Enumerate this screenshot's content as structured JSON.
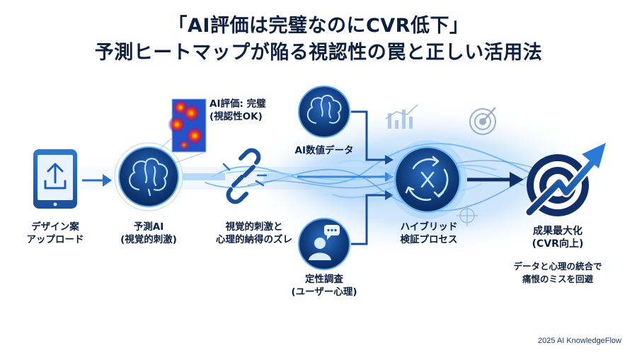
{
  "title": {
    "line1": "「AI評価は完璧なのにCVR低下」",
    "line2": "予測ヒートマップが陥る視認性の罠と正しい活用法"
  },
  "nodes": {
    "design": {
      "line1": "デザイン案",
      "line2": "アップロード",
      "icon": "tablet-upload-icon"
    },
    "ai": {
      "line1": "予測AI",
      "line2": "(視覚的刺激)",
      "icon": "brain-icon"
    },
    "heatmap": {
      "line1": "AI評価: 完璧",
      "line2": "(視認性OK)",
      "icon": "heatmap-thumbnail"
    },
    "gap": {
      "line1": "視覚的刺激と",
      "line2": "心理的納得のズレ",
      "icon": "broken-chain-icon"
    },
    "ai_data": {
      "line1": "AI数値データ",
      "icon": "brain-icon"
    },
    "qual": {
      "line1": "定性調査",
      "line2": "(ユーザー心理)",
      "icon": "user-chat-icon"
    },
    "hybrid": {
      "line1": "ハイブリッド",
      "line2": "検証プロセス",
      "icon": "cycle-arrows-icon"
    },
    "result": {
      "line1": "成果最大化",
      "line2": "(CVR向上)",
      "icon": "target-arrow-icon"
    },
    "note": {
      "line1": "データと心理の統合で",
      "line2": "痛恨のミスを回避"
    }
  },
  "footer": "2025 AI KnowledgeFlow",
  "colors": {
    "navy": "#0b1f3f",
    "blue": "#1d5fb8",
    "light_blue": "#8fc2f2",
    "glow": "#4aa8ff"
  }
}
